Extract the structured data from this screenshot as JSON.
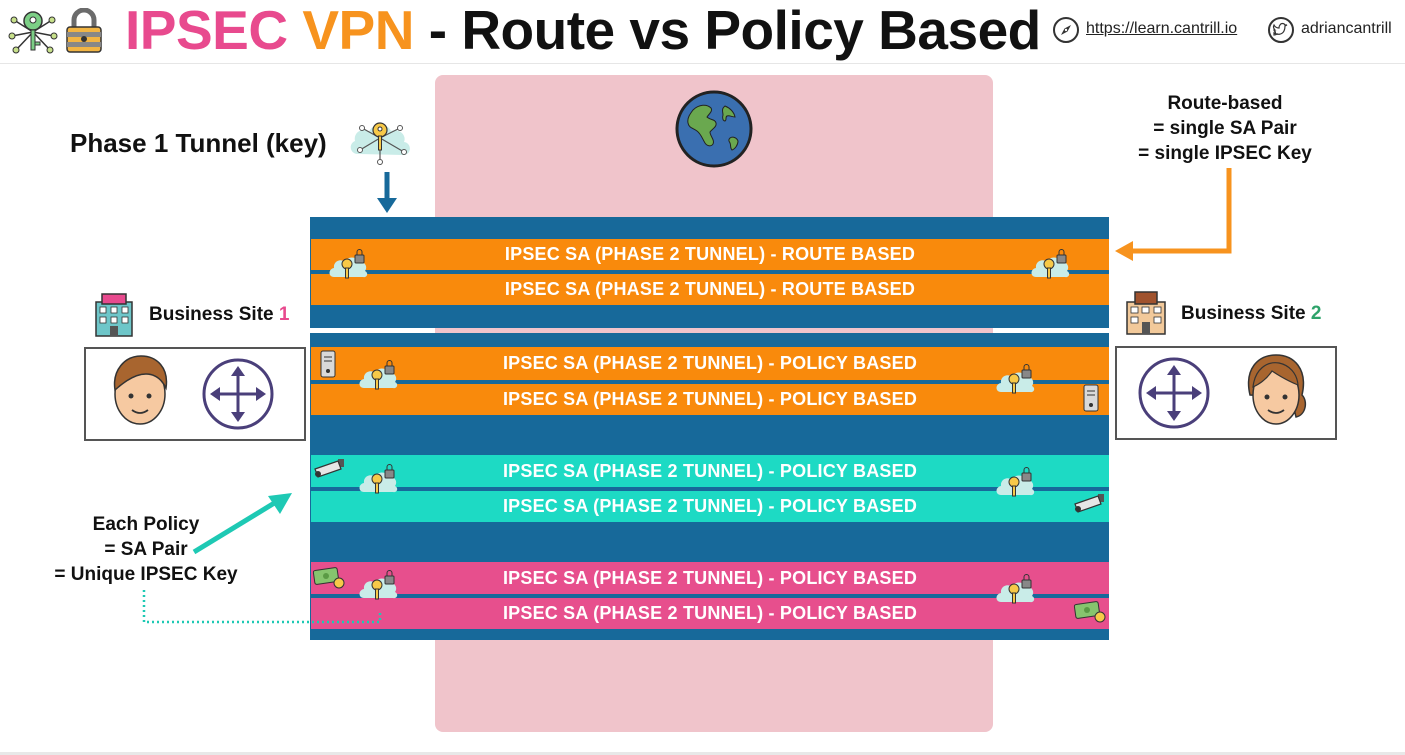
{
  "header": {
    "title_part1": "IPSEC",
    "title_part2": "VPN",
    "title_part3": "- Route vs Policy Based",
    "website": "https://learn.cantrill.io",
    "social": "adriancantrill"
  },
  "phase1": {
    "label": "Phase 1 Tunnel (key)"
  },
  "route_note": {
    "line1": "Route-based",
    "line2": "= single SA Pair",
    "line3": "= single IPSEC Key"
  },
  "policy_note": {
    "line1": "Each Policy",
    "line2": "= SA Pair",
    "line3": "= Unique IPSEC Key"
  },
  "site1": {
    "label": "Business Site ",
    "number": "1"
  },
  "site2": {
    "label": "Business Site ",
    "number": "2"
  },
  "tunnels": {
    "route": [
      "IPSEC SA (PHASE 2 TUNNEL) - ROUTE BASED",
      "IPSEC SA (PHASE 2 TUNNEL) - ROUTE BASED"
    ],
    "policy_orange": [
      "IPSEC SA (PHASE 2 TUNNEL) - POLICY BASED",
      "IPSEC SA (PHASE 2 TUNNEL) - POLICY BASED"
    ],
    "policy_teal": [
      "IPSEC SA (PHASE 2 TUNNEL) - POLICY BASED",
      "IPSEC SA (PHASE 2 TUNNEL) - POLICY BASED"
    ],
    "policy_pink": [
      "IPSEC SA (PHASE 2 TUNNEL) - POLICY BASED",
      "IPSEC SA (PHASE 2 TUNNEL) - POLICY BASED"
    ]
  },
  "colors": {
    "ipsec_pink": "#e84a8e",
    "vpn_orange": "#f7931e",
    "tunnel_blue": "#17699a",
    "band_orange": "#f98a0c",
    "band_teal": "#1ddac4",
    "band_pink": "#e74f8d",
    "internet_bg": "#f0c4cb"
  },
  "icons": [
    "key-network-icon",
    "padlock-icon",
    "compass-icon",
    "twitter-icon",
    "globe-icon",
    "building-icon",
    "person-male-icon",
    "person-female-icon",
    "router-icon",
    "key-cloud-icon",
    "server-icon",
    "camera-icon",
    "money-icon"
  ]
}
